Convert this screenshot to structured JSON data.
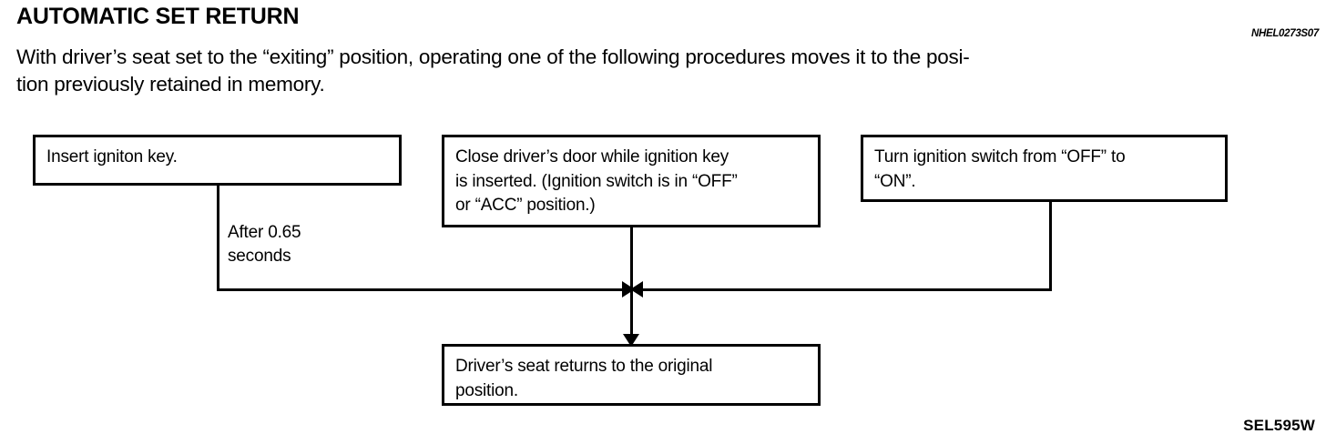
{
  "header": {
    "title": "AUTOMATIC SET RETURN",
    "intro_line_1": "With driver’s seat set to the “exiting” position, operating one of the following procedures moves it to the posi-",
    "intro_line_2": "tion previously retained in memory.",
    "reference_code": "NHEL0273S07"
  },
  "footer": {
    "sheet_code": "SEL595W"
  },
  "flowchart": {
    "boxes": [
      {
        "id": "insert-key",
        "lines": [
          "Insert igniton key."
        ]
      },
      {
        "id": "close-door",
        "lines": [
          "Close driver’s door while ignition key",
          "is inserted. (Ignition switch is in “OFF”",
          "or “ACC” position.)"
        ]
      },
      {
        "id": "turn-switch",
        "lines": [
          "Turn ignition switch from “OFF” to",
          "“ON”."
        ]
      },
      {
        "id": "seat-returns",
        "lines": [
          "Driver’s seat returns to the original",
          "position."
        ]
      }
    ],
    "delay_label": {
      "line_1": "After 0.65",
      "line_2": "seconds"
    }
  },
  "colors": {
    "ink": "#000000",
    "paper": "#ffffff"
  }
}
